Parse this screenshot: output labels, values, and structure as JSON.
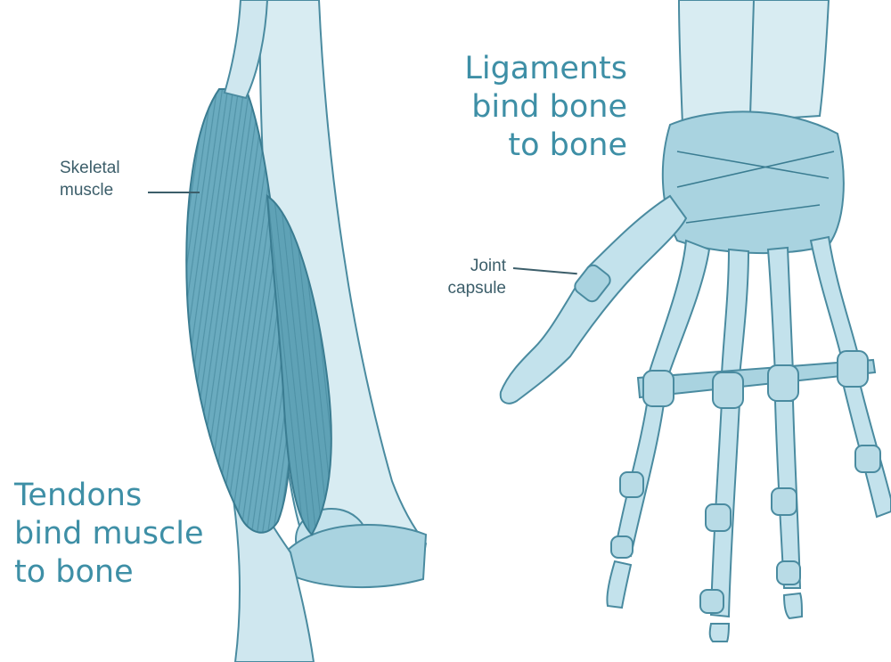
{
  "colors": {
    "accent_text": "#3e8fa6",
    "label_text": "#3c5e6a",
    "illustration_fill": "#a9d3e0",
    "illustration_light": "#d8ecf2",
    "illustration_line": "#4a8ba0",
    "muscle_fill": "#5fa2b6",
    "background": "#ffffff"
  },
  "arm": {
    "title_lines": [
      "Tendons",
      "bind muscle",
      "to bone"
    ],
    "callout": [
      "Skeletal",
      "muscle"
    ]
  },
  "hand": {
    "title_lines": [
      "Ligaments",
      "bind bone",
      "to bone"
    ],
    "callout": [
      "Joint",
      "capsule"
    ]
  }
}
